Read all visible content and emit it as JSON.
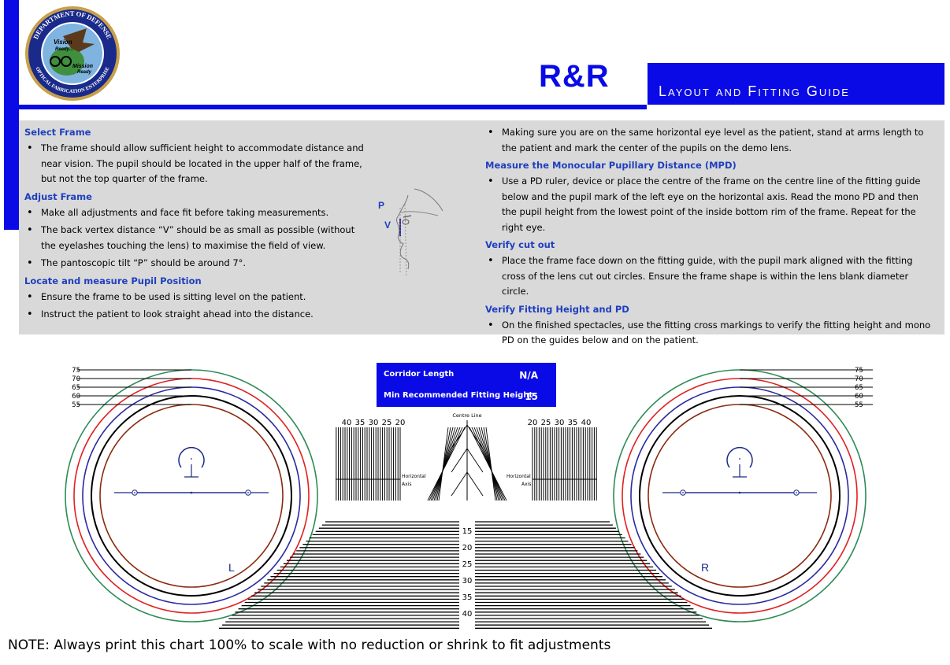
{
  "header": {
    "brand": "R&R",
    "title": "Layout and Fitting Guide",
    "seal": {
      "outer_text": "DEPARTMENT OF DEFENSE",
      "inner_text": "OPTICAL FABRICATION ENTERPRISE",
      "motto_1": "Vision Ready...",
      "motto_2": "Mission Ready"
    }
  },
  "left_column": [
    {
      "heading": "Select Frame",
      "bullets": [
        "The frame should allow sufficient height to accommodate distance and near vision.  The pupil should be located in the upper half of the frame, but not the top quarter of the frame."
      ]
    },
    {
      "heading": "Adjust Frame",
      "bullets": [
        "Make all adjustments and face fit before taking measurements.",
        "The back vertex distance “V” should be as small as possible (without the eyelashes touching the lens) to maximise the field of view.",
        "The pantoscopic tilt “P” should be around 7°."
      ]
    },
    {
      "heading": "Locate and measure Pupil Position",
      "bullets": [
        "Ensure the frame to be used is sitting level on the patient.",
        "Instruct the patient to look straight ahead into the distance."
      ]
    }
  ],
  "right_column": {
    "intro_bullet": "Making sure you are on the same horizontal eye level as the patient, stand at arms length to the patient and mark the center of the pupils on the demo lens.",
    "sections": [
      {
        "heading": "Measure the Monocular Pupillary Distance (MPD)",
        "bullets": [
          "Use a PD ruler, device or place the centre of the frame on the centre line of the fitting guide below and the pupil mark of the left eye on the horizontal axis.  Read the mono PD and then the pupil height from the lowest point of the inside bottom rim of the frame.  Repeat for the right eye."
        ]
      },
      {
        "heading": "Verify cut out",
        "bullets": [
          "Place the frame face down on the fitting guide, with the pupil mark aligned with the fitting cross of the lens cut out circles.  Ensure the frame shape is within the lens blank diameter circle."
        ]
      },
      {
        "heading": "Verify Fitting Height and PD",
        "bullets": [
          "On the finished spectacles, use the fitting cross markings to verify the fitting height and mono PD on the guides below and on the patient."
        ]
      }
    ]
  },
  "figure": {
    "label_p": "P",
    "label_v": "V"
  },
  "corridor": {
    "label_1": "Corridor Length",
    "value_1": "N/A",
    "label_2": "Min Recommended Fitting Height",
    "value_2": "15"
  },
  "guide": {
    "circle_sizes": [
      "75",
      "70",
      "65",
      "60",
      "55"
    ],
    "circle_colors": [
      "#2e8b57",
      "#e02020",
      "#2a2aa0",
      "#000000",
      "#8b2a10"
    ],
    "left_label": "L",
    "right_label": "R",
    "centre_line_label": "Centre Line",
    "horizontal_axis_label_1": "Horizontal",
    "horizontal_axis_label_2": "Axis",
    "pd_scale_left": [
      "40",
      "35",
      "30",
      "25",
      "20"
    ],
    "pd_scale_right": [
      "20",
      "25",
      "30",
      "35",
      "40"
    ],
    "height_scale": [
      "15",
      "20",
      "25",
      "30",
      "35",
      "40"
    ]
  },
  "note": "NOTE: Always print this chart 100% to scale with no reduction or shrink to fit adjustments"
}
